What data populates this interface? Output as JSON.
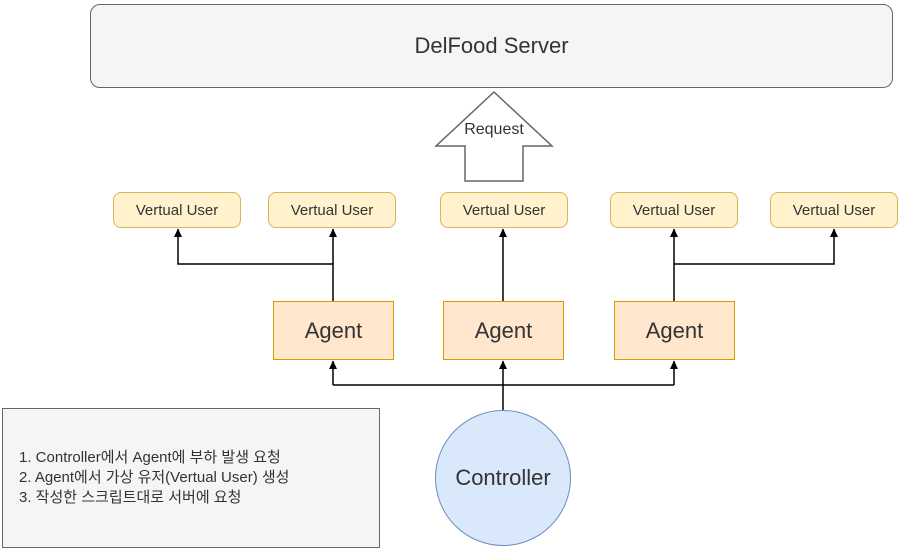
{
  "server": {
    "label": "DelFood Server"
  },
  "request_arrow": {
    "label": "Request"
  },
  "virtual_users": [
    {
      "label": "Vertual User"
    },
    {
      "label": "Vertual User"
    },
    {
      "label": "Vertual User"
    },
    {
      "label": "Vertual User"
    },
    {
      "label": "Vertual User"
    }
  ],
  "agents": [
    {
      "label": "Agent"
    },
    {
      "label": "Agent"
    },
    {
      "label": "Agent"
    }
  ],
  "controller": {
    "label": "Controller"
  },
  "notes": {
    "lines": [
      "1. Controller에서 Agent에 부하 발생 요청",
      "2. Agent에서 가상 유저(Vertual User) 생성",
      "3. 작성한 스크립트대로 서버에 요청"
    ]
  },
  "colors": {
    "server_fill": "#f5f5f5",
    "server_stroke": "#666666",
    "user_fill": "#fff2cc",
    "user_stroke": "#d6b656",
    "agent_fill": "#ffe6cc",
    "agent_stroke": "#d79b00",
    "controller_fill": "#dae8fc",
    "controller_stroke": "#6c8ebf",
    "note_fill": "#f5f5f5",
    "note_stroke": "#666666",
    "connector": "#000000",
    "arrow_fill": "#ffffff",
    "arrow_stroke": "#666666",
    "text": "#333333"
  }
}
